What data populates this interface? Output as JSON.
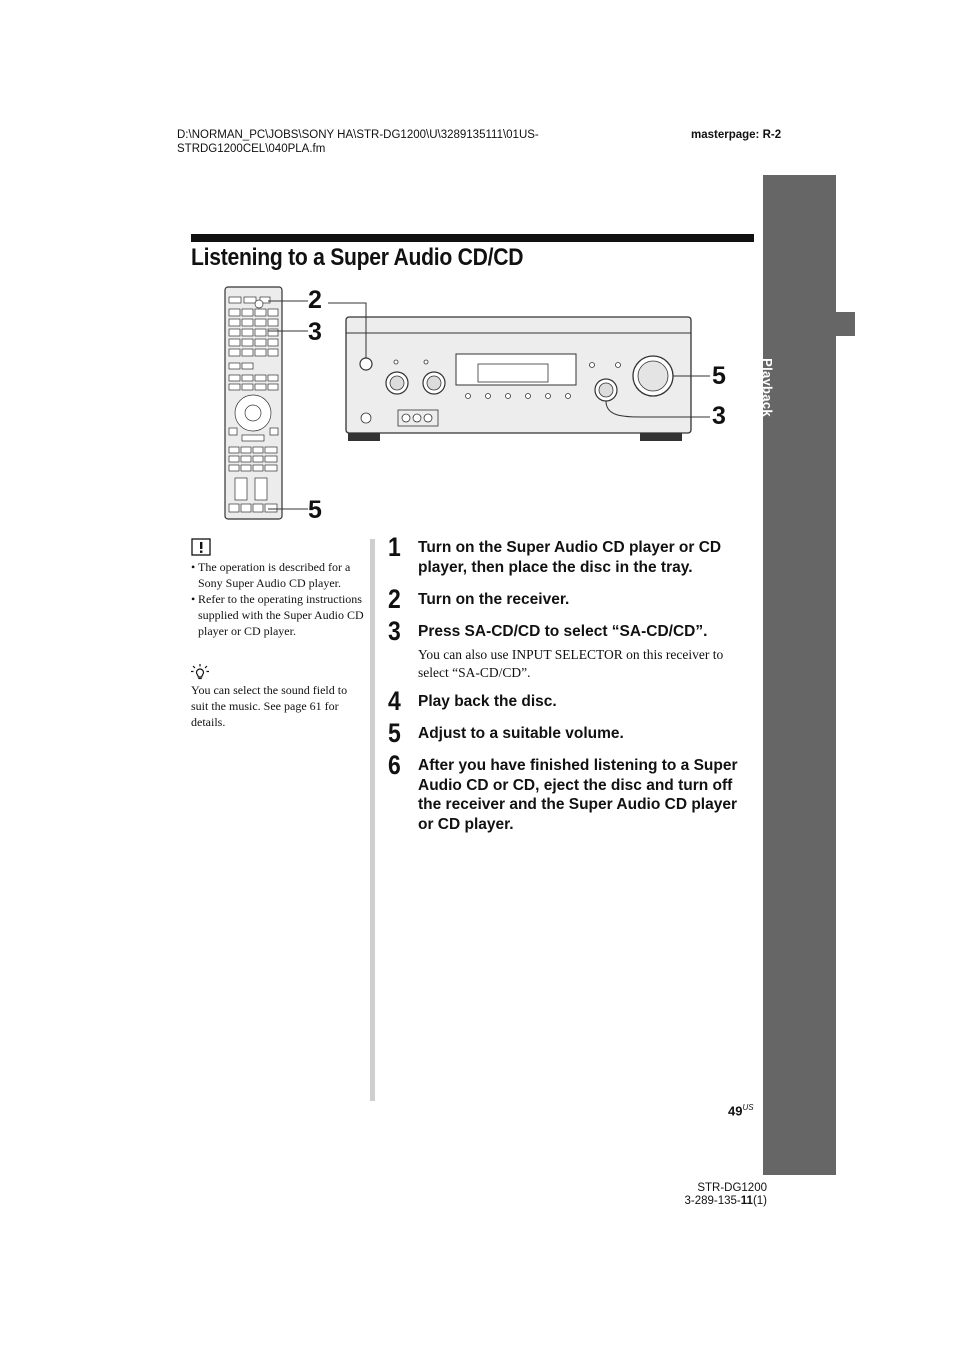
{
  "header": {
    "file_path": "D:\\NORMAN_PC\\JOBS\\SONY HA\\STR-DG1200\\U\\3289135111\\01US-STRDG1200CEL\\040PLA.fm",
    "file_path_line1": "D:\\NORMAN_PC\\JOBS\\SONY HA\\STR-DG1200\\U\\3289135111\\01US-",
    "file_path_line2": "STRDG1200CEL\\040PLA.fm",
    "masterpage": "masterpage: R-2"
  },
  "side_tab": {
    "label": "Playback"
  },
  "title": "Listening to a Super Audio CD/CD",
  "figure": {
    "callouts_remote": [
      "2",
      "3",
      "5"
    ],
    "callouts_receiver": [
      "5",
      "3"
    ]
  },
  "notes": {
    "icon": "caution-icon",
    "items": [
      "The operation is described for a Sony Super Audio CD player.",
      "Refer to the operating instructions supplied with the Super Audio CD player or CD player."
    ]
  },
  "tip": {
    "icon": "tip-lightbulb-icon",
    "text": "You can select the sound field to suit the music. See page 61 for details."
  },
  "steps": [
    {
      "num": "1",
      "title": "Turn on the Super Audio CD player or CD player, then place the disc in the tray.",
      "body": ""
    },
    {
      "num": "2",
      "title": "Turn on the receiver.",
      "body": ""
    },
    {
      "num": "3",
      "title": "Press SA-CD/CD to select “SA-CD/CD”.",
      "body": "You can also use INPUT SELECTOR on this receiver to select “SA-CD/CD”."
    },
    {
      "num": "4",
      "title": "Play back the disc.",
      "body": ""
    },
    {
      "num": "5",
      "title": "Adjust to a suitable volume.",
      "body": ""
    },
    {
      "num": "6",
      "title": "After you have finished listening to a Super Audio CD or CD, eject the disc and turn off the receiver and the Super Audio CD player or CD player.",
      "body": ""
    }
  ],
  "page_number": "49",
  "page_suffix": "US",
  "footer": {
    "model": "STR-DG1200",
    "code_prefix": "3-289-135-",
    "code_bold": "11",
    "code_suffix": "(1)"
  },
  "colors": {
    "side_tab": "#666666",
    "divider": "#cfcfcf",
    "title_bar": "#111111"
  }
}
